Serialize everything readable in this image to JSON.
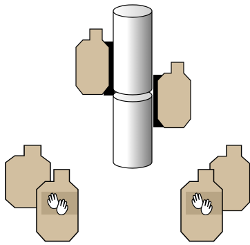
{
  "diagram": {
    "background": "#ffffff",
    "target_fill": "#d2bfa0",
    "target_stroke": "#000000",
    "barrel_light": "#ffffff",
    "barrel_dark": "#7a7a7a",
    "hands_patch_fill": "#b8a585",
    "barrel": {
      "segments": 2
    },
    "target_groups": [
      {
        "name": "barrel-targets",
        "count": 2,
        "has_hands_patch": false
      },
      {
        "name": "left-pair",
        "count": 2,
        "has_hands_patch": true
      },
      {
        "name": "right-pair",
        "count": 2,
        "has_hands_patch": true
      }
    ],
    "icons": [
      "hands-up-icon"
    ]
  }
}
